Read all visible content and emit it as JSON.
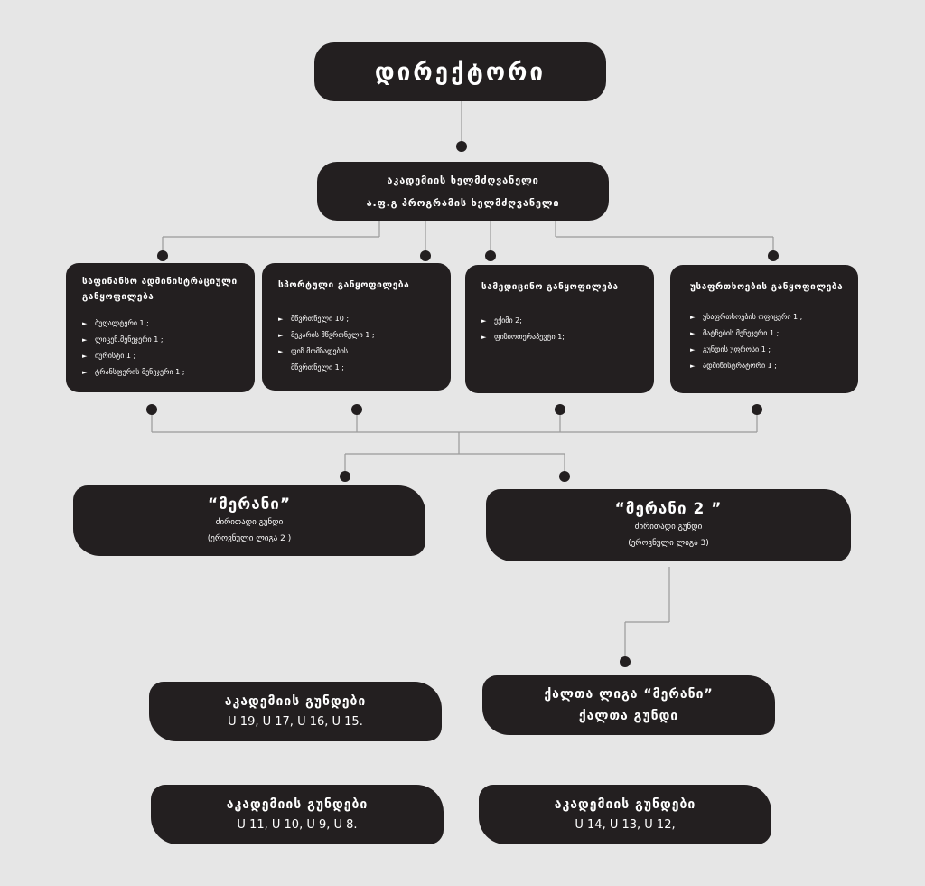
{
  "director": {
    "title": "დირექტორი"
  },
  "academy_head": {
    "line1": "აკადემიის ხელმძღვანელი",
    "line2": "ა.ფ.გ პროგრამის ხელმძღვანელი"
  },
  "departments": [
    {
      "title": "საფინანსო ადმინისტრაციული განყოფილება",
      "items": [
        "ბუღალტერი 1 ;",
        "ლიცენ.მენეჯერი 1 ;",
        "იურისტი 1 ;",
        "ტრანსფერის მენეჯერი 1 ;"
      ]
    },
    {
      "title": "სპორტული განყოფილება",
      "items": [
        "მწვრთნელი 10 ;",
        "მეკარის მწვრთნელი 1 ;",
        "ფიზ მომზადების მწვრთნელი 1 ;"
      ]
    },
    {
      "title": "სამედიცინო განყოფილება",
      "items": [
        "ექიმი 2;",
        "ფიზიოთერაპევტი 1;"
      ]
    },
    {
      "title": "უსაფრთხოების განყოფილება",
      "items": [
        "უსაფრთხოების ოფიცერი 1 ;",
        "მატჩების მენეჯერი 1 ;",
        "გუნდის უფროსი 1 ;",
        "ადმინისტრატორი 1 ;"
      ]
    }
  ],
  "teams": [
    {
      "name": "“მერანი”",
      "sub1": "ძირითადი გუნდი",
      "sub2": "(ეროვნული ლიგა 2 )"
    },
    {
      "name": "“მერანი 2 ”",
      "sub1": "ძირითადი გუნდი",
      "sub2": "(ეროვნული ლიგა 3)"
    }
  ],
  "women_team": {
    "line1": "ქალთა ლიგა “მერანი”",
    "line2": "ქალთა გუნდი"
  },
  "academy_teams": [
    {
      "title": "აკადემიის გუნდები",
      "ages": "U 19,  U 17, U 16, U 15."
    },
    {
      "title": "აკადემიის გუნდები",
      "ages": "U 11,  U 10,  U 9, U 8."
    },
    {
      "title": "აკადემიის გუნდები",
      "ages": "U 14,  U 13,  U 12,"
    }
  ],
  "colors": {
    "background": "#e6e6e6",
    "box": "#231f20",
    "text": "#ffffff",
    "line": "#9a9a9a"
  }
}
